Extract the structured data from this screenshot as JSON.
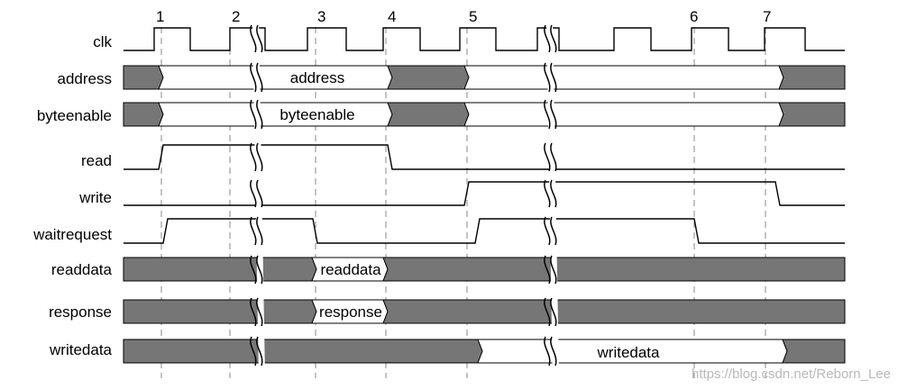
{
  "diagram": {
    "edge_numbers": [
      "1",
      "2",
      "3",
      "4",
      "5",
      "6",
      "7"
    ],
    "signals": [
      {
        "name": "clk"
      },
      {
        "name": "address",
        "bus_label": "address"
      },
      {
        "name": "byteenable",
        "bus_label": "byteenable"
      },
      {
        "name": "read"
      },
      {
        "name": "write"
      },
      {
        "name": "waitrequest"
      },
      {
        "name": "readdata",
        "bus_label": "readdata"
      },
      {
        "name": "response",
        "bus_label": "response"
      },
      {
        "name": "writedata",
        "bus_label": "writedata"
      }
    ],
    "watermark": "https://blog.csdn.net/Reborn_Lee",
    "colors": {
      "undefined_bus": "#767676",
      "valid_bus": "#ffffff",
      "line": "#000000",
      "guide": "#8a8a8a"
    }
  }
}
